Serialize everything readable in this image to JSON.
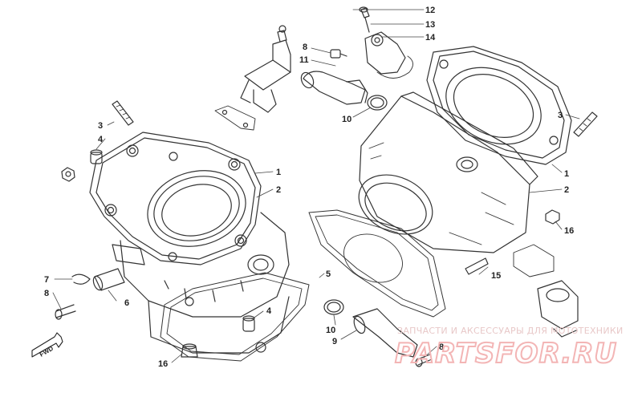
{
  "diagram": {
    "callouts": [
      {
        "id": "c12",
        "label": "12"
      },
      {
        "id": "c13",
        "label": "13"
      },
      {
        "id": "c14",
        "label": "14"
      },
      {
        "id": "c8a",
        "label": "8"
      },
      {
        "id": "c11",
        "label": "11"
      },
      {
        "id": "c10a",
        "label": "10"
      },
      {
        "id": "c3a",
        "label": "3"
      },
      {
        "id": "c4a",
        "label": "4"
      },
      {
        "id": "c1a",
        "label": "1"
      },
      {
        "id": "c2a",
        "label": "2"
      },
      {
        "id": "c3b",
        "label": "3"
      },
      {
        "id": "c1b",
        "label": "1"
      },
      {
        "id": "c2b",
        "label": "2"
      },
      {
        "id": "c16a",
        "label": "16"
      },
      {
        "id": "c15",
        "label": "15"
      },
      {
        "id": "c5",
        "label": "5"
      },
      {
        "id": "c7",
        "label": "7"
      },
      {
        "id": "c8b",
        "label": "8"
      },
      {
        "id": "c6",
        "label": "6"
      },
      {
        "id": "c4b",
        "label": "4"
      },
      {
        "id": "c10b",
        "label": "10"
      },
      {
        "id": "c9",
        "label": "9"
      },
      {
        "id": "c8c",
        "label": "8"
      },
      {
        "id": "c16b",
        "label": "16"
      }
    ],
    "direction_label": "FWD"
  },
  "watermark": {
    "subtitle": "ЗАПЧАСТИ И АКСЕССУАРЫ ДЛЯ МОТОТЕХНИКИ",
    "brand": "PARTSFOR.RU",
    "color": "#f3b5b5"
  }
}
